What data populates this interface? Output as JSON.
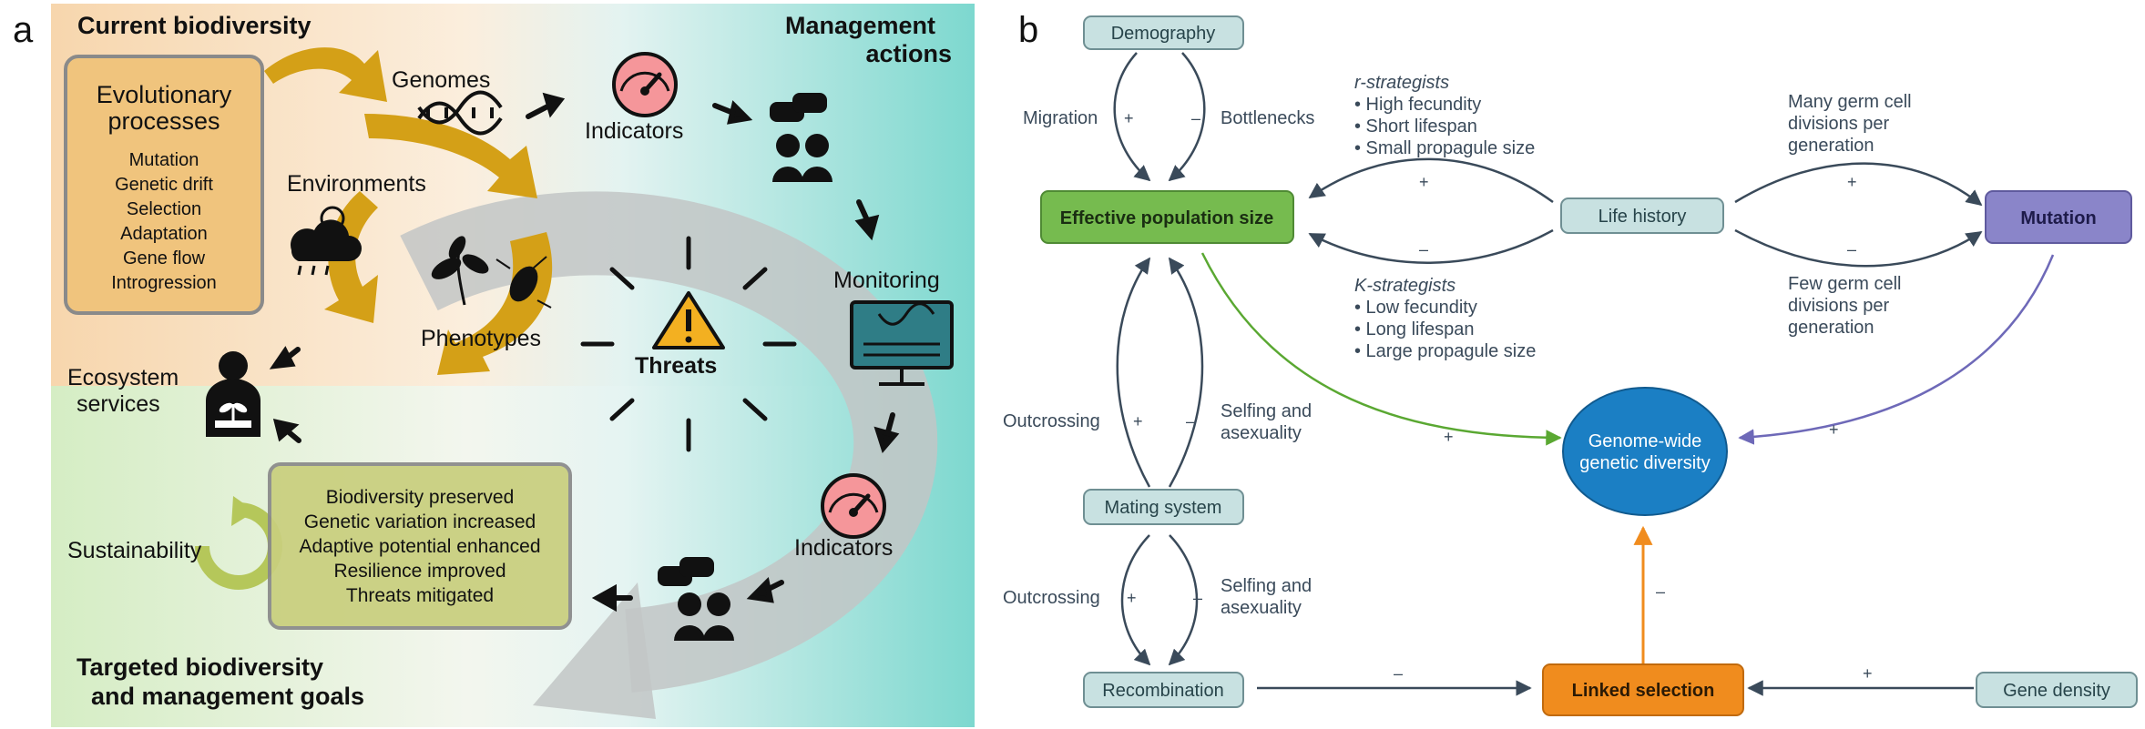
{
  "panel_a": {
    "label": "a",
    "current_biodiversity": "Current biodiversity",
    "management_actions": [
      "Management",
      "actions"
    ],
    "evolutionary_processes": {
      "title": [
        "Evolutionary",
        "processes"
      ],
      "items": [
        "Mutation",
        "Genetic drift",
        "Selection",
        "Adaptation",
        "Gene flow",
        "Introgression"
      ]
    },
    "genomes": "Genomes",
    "environments": "Environments",
    "phenotypes": "Phenotypes",
    "indicators_top": "Indicators",
    "indicators_bottom": "Indicators",
    "monitoring": "Monitoring",
    "threats": "Threats",
    "ecosystem_services": [
      "Ecosystem",
      "services"
    ],
    "sustainability": "Sustainability",
    "goals_box": [
      "Biodiversity preserved",
      "Genetic variation increased",
      "Adaptive potential enhanced",
      "Resilience improved",
      "Threats mitigated"
    ],
    "targeted_goals": [
      "Targeted biodiversity",
      "and management goals"
    ],
    "colors": {
      "orange_bg": "#f9dfc0",
      "teal_bg": "#7ed9d0",
      "green_bg": "#d6edc4",
      "gold_arrow": "#d4a017",
      "grey_arrow": "#c4c8c8",
      "box_fill": "#c9cf7e",
      "evo_fill": "#f0c47d"
    },
    "icons": [
      "dna-icon",
      "speedometer-icon",
      "people-chat-icon",
      "weather-icon",
      "plant-beetle-icon",
      "warning-icon",
      "monitor-dna-icon",
      "person-plant-icon",
      "cycle-icon"
    ]
  },
  "panel_b": {
    "label": "b",
    "nodes": {
      "demography": "Demography",
      "effective_population_size": "Effective population size",
      "life_history": "Life history",
      "mutation": "Mutation",
      "genome_wide": [
        "Genome-wide",
        "genetic diversity"
      ],
      "mating_system": "Mating system",
      "recombination": "Recombination",
      "linked_selection": "Linked selection",
      "gene_density": "Gene density"
    },
    "labels": {
      "migration": "Migration",
      "bottlenecks": "Bottlenecks",
      "r_strategists": [
        "r-strategists",
        "• High fecundity",
        "• Short lifespan",
        "• Small propagule size"
      ],
      "k_strategists": [
        "K-strategists",
        "• Low fecundity",
        "• Long lifespan",
        "• Large propagule size"
      ],
      "many_germ": [
        "Many germ cell",
        "divisions per",
        "generation"
      ],
      "few_germ": [
        "Few germ cell",
        "divisions per",
        "generation"
      ],
      "outcrossing_1": "Outcrossing",
      "selfing_1": [
        "Selfing and",
        "asexuality"
      ],
      "outcrossing_2": "Outcrossing",
      "selfing_2": [
        "Selfing and",
        "asexuality"
      ],
      "plus": "+",
      "minus": "–"
    },
    "colors": {
      "node_grey": "#c8e1e1",
      "green": "#76bb4f",
      "purple": "#8a85c9",
      "blue": "#1b7fc4",
      "orange": "#f08c1e",
      "edge": "#3a4a5a"
    }
  }
}
